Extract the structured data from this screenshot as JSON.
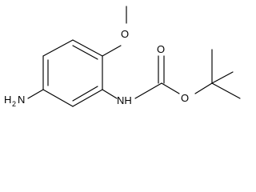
{
  "molecule": {
    "labels": {
      "oxygen_methoxy": "O",
      "amine_n": "N",
      "amine_h": "H",
      "amine_sub": "2",
      "carbamate_nh": "NH",
      "carbonyl_o": "O",
      "ester_o": "O"
    }
  }
}
